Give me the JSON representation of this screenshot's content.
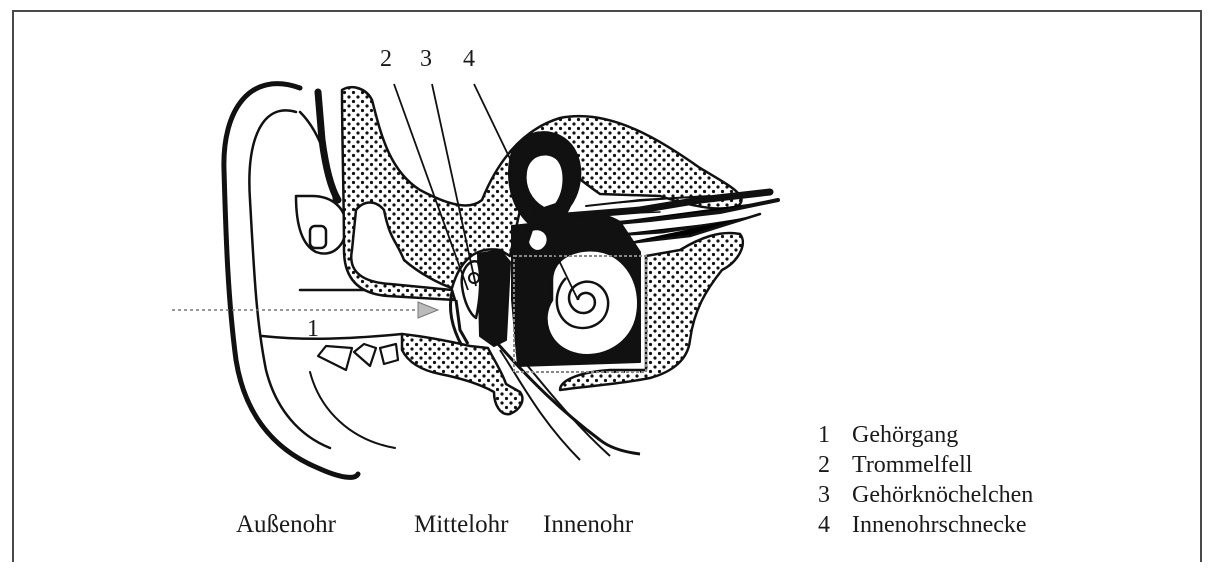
{
  "callouts": [
    {
      "number": "1"
    },
    {
      "number": "2"
    },
    {
      "number": "3"
    },
    {
      "number": "4"
    }
  ],
  "sections": {
    "outer": "Außenohr",
    "middle": "Mittelohr",
    "inner": "Innenohr"
  },
  "legend": [
    {
      "number": "1",
      "label": "Gehörgang"
    },
    {
      "number": "2",
      "label": "Trommelfell"
    },
    {
      "number": "3",
      "label": "Gehörknöchelchen"
    },
    {
      "number": "4",
      "label": "Innenohrschnecke"
    }
  ],
  "colors": {
    "ink": "#1a1a1a",
    "paper": "#ffffff",
    "frame": "#4a4a4a"
  }
}
